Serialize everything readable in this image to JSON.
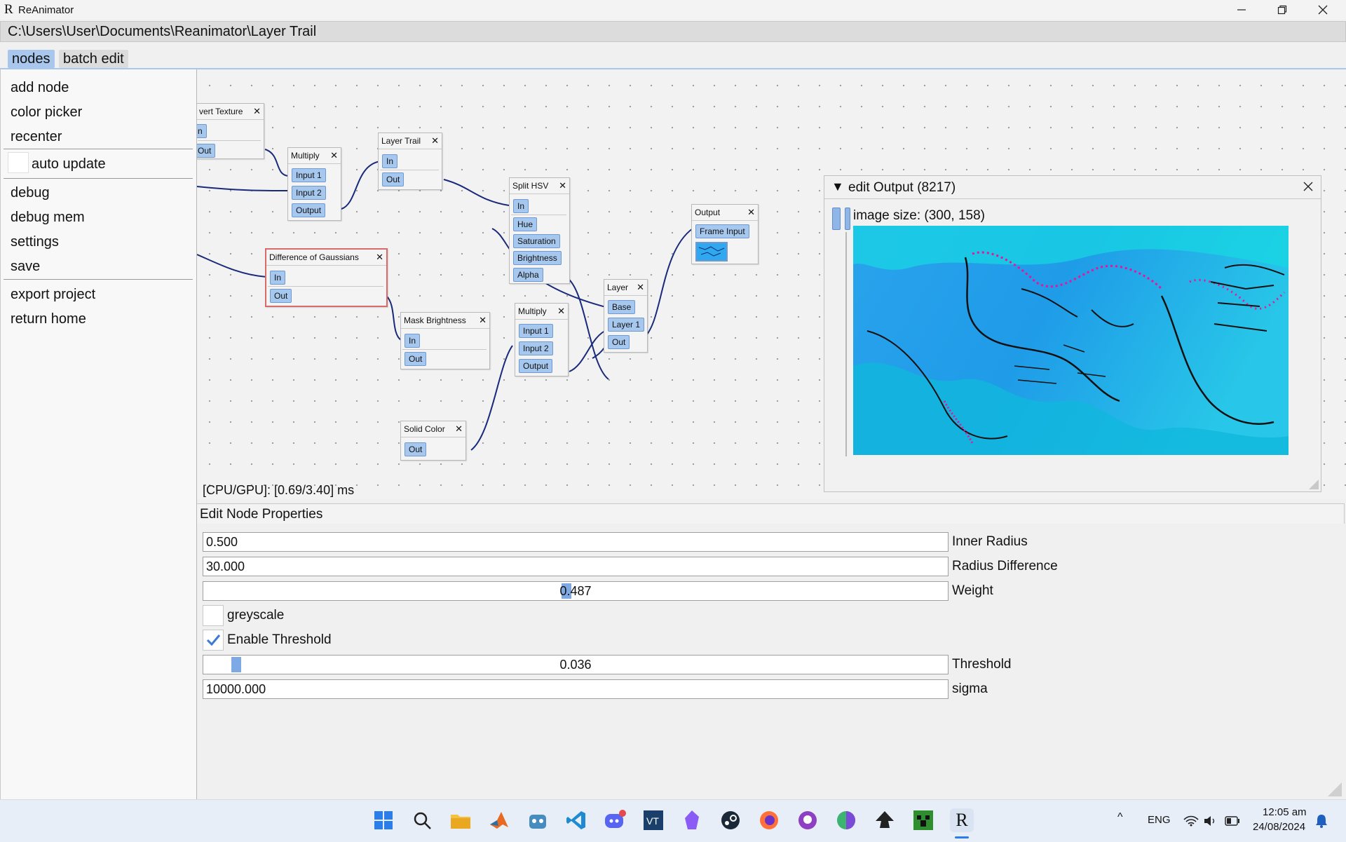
{
  "window": {
    "title": "ReAnimator",
    "icon": "R",
    "controls": [
      "minimize-icon",
      "restore-icon",
      "close-icon"
    ]
  },
  "path": "C:\\Users\\User\\Documents\\Reanimator\\Layer Trail",
  "tabs": [
    {
      "label": "nodes",
      "active": true
    },
    {
      "label": "batch edit",
      "active": false
    }
  ],
  "menu": {
    "add_node": "add node",
    "color_picker": "color picker",
    "recenter": "recenter",
    "auto_update": "auto update",
    "auto_update_checked": false,
    "debug": "debug",
    "debug_mem": "debug mem",
    "settings": "settings",
    "save": "save",
    "export_project": "export project",
    "return_home": "return home"
  },
  "graph": {
    "nodes": {
      "invert_texture": {
        "title": "vert Texture",
        "ports": [
          "n",
          "Out"
        ]
      },
      "multiply1": {
        "title": "Multiply",
        "ports": [
          "Input 1",
          "Input 2",
          "Output"
        ]
      },
      "layer_trail": {
        "title": "Layer Trail",
        "ports": [
          "In",
          "Out"
        ]
      },
      "split_hsv": {
        "title": "Split HSV",
        "ports": [
          "In",
          "Hue",
          "Saturation",
          "Brightness",
          "Alpha"
        ]
      },
      "output": {
        "title": "Output",
        "ports": [
          "Frame Input"
        ]
      },
      "dog": {
        "title": "Difference of Gaussians",
        "ports": [
          "In",
          "Out"
        ],
        "selected": true
      },
      "layer": {
        "title": "Layer",
        "ports": [
          "Base",
          "Layer 1",
          "Out"
        ]
      },
      "mask_brightness": {
        "title": "Mask Brightness",
        "ports": [
          "In",
          "Out"
        ]
      },
      "multiply2": {
        "title": "Multiply",
        "ports": [
          "Input 1",
          "Input 2",
          "Output"
        ]
      },
      "solid_color": {
        "title": "Solid Color",
        "ports": [
          "Out"
        ]
      }
    },
    "close_glyph": "✕"
  },
  "timing": "[CPU/GPU]: [0.69/3.40] ms",
  "output_window": {
    "title": "edit Output (8217)",
    "image_size": "image size: (300, 158)"
  },
  "properties": {
    "header": "Edit Node Properties",
    "fields": {
      "inner_radius": {
        "value": "0.500",
        "label": "Inner Radius"
      },
      "radius_difference": {
        "value": "30.000",
        "label": "Radius Difference"
      },
      "weight": {
        "value": "0.487",
        "label": "Weight",
        "slider_fraction": 0.487
      },
      "threshold": {
        "value": "0.036",
        "label": "Threshold",
        "slider_fraction": 0.036
      },
      "sigma": {
        "value": "10000.000",
        "label": "sigma"
      }
    },
    "greyscale": {
      "label": "greyscale",
      "checked": false
    },
    "enable_threshold": {
      "label": "Enable Threshold",
      "checked": true
    }
  },
  "taskbar": {
    "apps": [
      "windows-start-icon",
      "search-icon",
      "file-explorer-icon",
      "matlab-icon",
      "godot-icon",
      "vscode-icon",
      "discord-icon",
      "vt-icon",
      "obsidian-icon",
      "steam-icon",
      "firefox-icon",
      "github-icon",
      "krita-icon",
      "inkscape-icon",
      "minecraft-icon",
      "reanimator-icon"
    ],
    "language": "ENG",
    "time": "12:05 am",
    "date": "24/08/2024"
  },
  "colors": {
    "accent": "#a9c7ed",
    "port": "#a7c8ee",
    "wire": "#1a2a7a",
    "selected_border": "#d96a6a"
  }
}
